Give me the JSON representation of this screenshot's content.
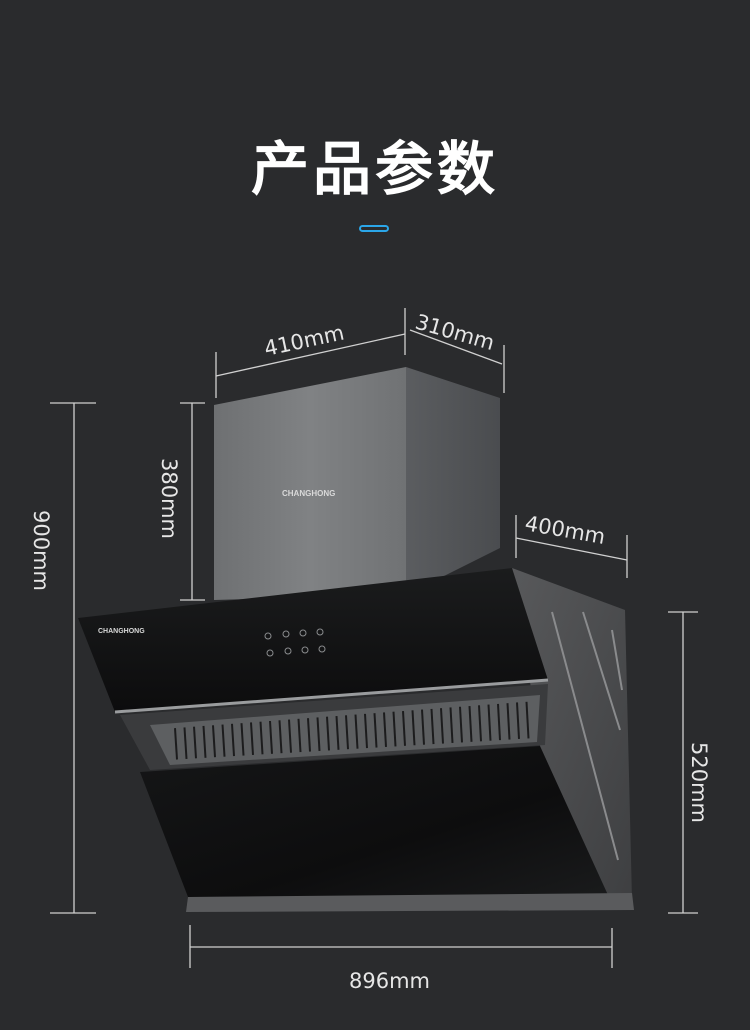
{
  "title": "产品参数",
  "accent_color": "#2ba6e8",
  "product": {
    "brand": "CHANGHONG"
  },
  "dimensions": {
    "chimney_width": "410mm",
    "chimney_depth": "310mm",
    "chimney_height": "380mm",
    "total_height": "900mm",
    "body_depth": "400mm",
    "body_height": "520mm",
    "total_width": "896mm"
  }
}
